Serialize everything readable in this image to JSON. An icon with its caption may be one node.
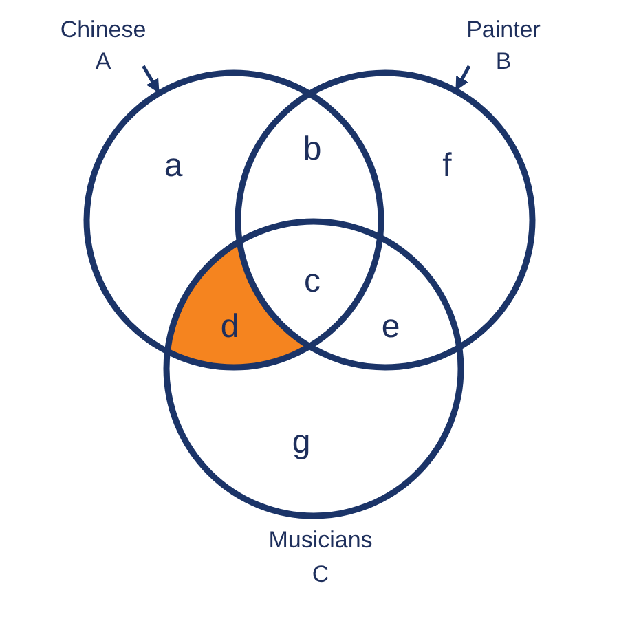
{
  "diagram": {
    "nodes": [
      {
        "text": [
          "Chinese A"
        ]
      },
      {
        "text": [],
        "shape": "circle"
      },
      {
        "text": [
          "Painter B"
        ]
      },
      {
        "text": [],
        "shape": "circle"
      },
      {
        "text": [],
        "shape": "circle"
      }
    ],
    "edges": [
      {
        "from": 0,
        "to": 1,
        "arrow": "to"
      },
      {
        "from": 2,
        "to": 3,
        "arrow": "to"
      }
    ],
    "labels": [
      "a",
      "b",
      "f",
      "c",
      "d",
      "e",
      "g",
      "Musicians C"
    ]
  }
}
